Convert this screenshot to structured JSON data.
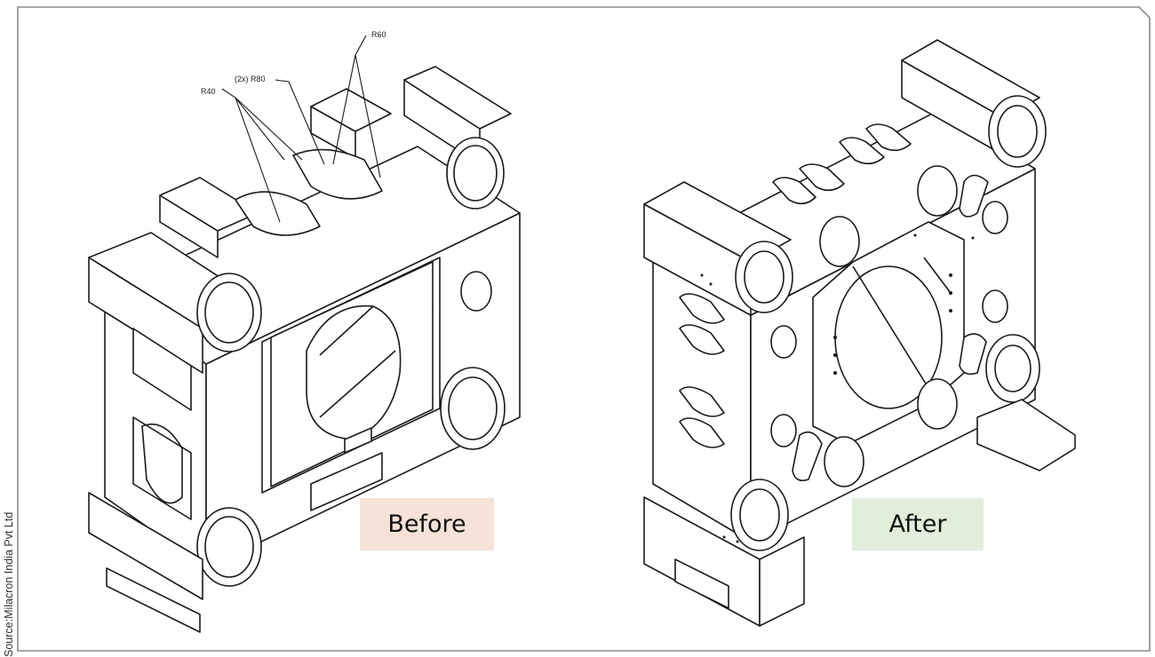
{
  "source_credit": "Source:Milacron India Pvt Ltd",
  "before": {
    "label": "Before",
    "label_bg": "#f6e2d6",
    "dimensions": {
      "r40": "R40",
      "r80": "(2x) R80",
      "r60": "R60"
    }
  },
  "after": {
    "label": "After",
    "label_bg": "#e2edda"
  },
  "colors": {
    "frame": "#8c8c8c",
    "line": "#1a1a1a",
    "text": "#111111"
  }
}
